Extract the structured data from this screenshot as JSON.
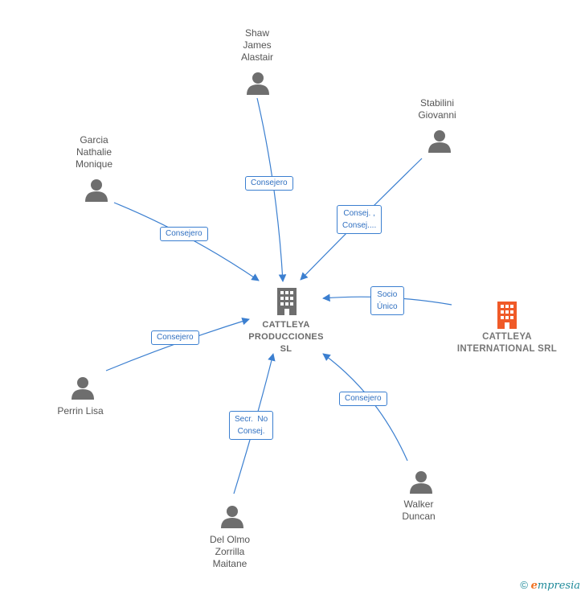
{
  "center": {
    "name_lines": [
      "CATTLEYA",
      "PRODUCCIONES",
      "SL"
    ]
  },
  "external_company": {
    "name_lines": [
      "CATTLEYA",
      "INTERNATIONAL SRL"
    ]
  },
  "people": [
    {
      "id": "shaw",
      "lines": [
        "Shaw",
        "James",
        "Alastair"
      ]
    },
    {
      "id": "stabilini",
      "lines": [
        "Stabilini",
        "Giovanni"
      ]
    },
    {
      "id": "garcia",
      "lines": [
        "Garcia",
        "Nathalie",
        "Monique"
      ]
    },
    {
      "id": "perrin",
      "lines": [
        "Perrin Lisa"
      ]
    },
    {
      "id": "delolmo",
      "lines": [
        "Del Olmo",
        "Zorrilla",
        "Maitane"
      ]
    },
    {
      "id": "walker",
      "lines": [
        "Walker",
        "Duncan"
      ]
    }
  ],
  "edges": [
    {
      "id": "shaw",
      "lines": [
        "Consejero"
      ]
    },
    {
      "id": "stabilini",
      "lines": [
        "Consej. ,",
        "Consej...."
      ]
    },
    {
      "id": "garcia",
      "lines": [
        "Consejero"
      ]
    },
    {
      "id": "international",
      "lines": [
        "Socio",
        "Único"
      ]
    },
    {
      "id": "perrin",
      "lines": [
        "Consejero"
      ]
    },
    {
      "id": "delolmo",
      "lines": [
        "Secr.  No",
        "Consej."
      ]
    },
    {
      "id": "walker",
      "lines": [
        "Consejero"
      ]
    }
  ],
  "footer": {
    "copyright": "©",
    "brand_initial": "e",
    "brand_rest": "mpresia"
  },
  "colors": {
    "edge": "#3b7fd0",
    "person_icon": "#6e6e6e",
    "center_icon": "#6e6e6e",
    "external_icon": "#f05a28"
  }
}
